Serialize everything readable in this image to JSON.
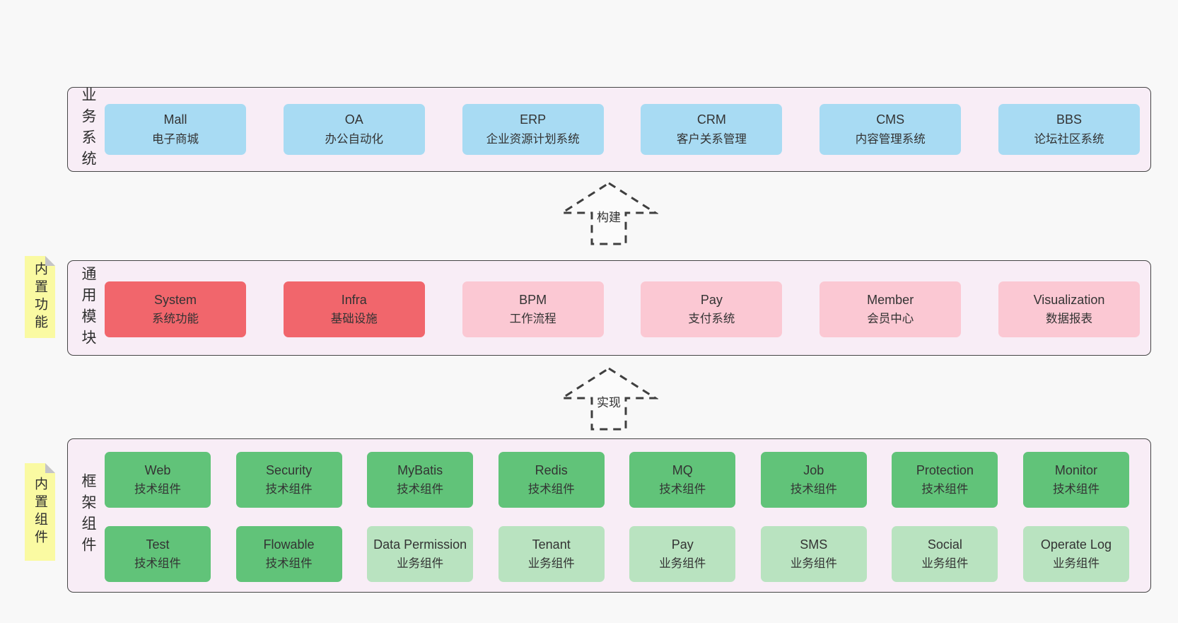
{
  "colors": {
    "page_bg": "#f8f8f8",
    "container_bg": "#f8edf6",
    "container_border": "#454545",
    "blue_box": "#a8dbf3",
    "red_box": "#f1666c",
    "pink_box": "#fbc8d3",
    "green_box": "#61c379",
    "light_green_box": "#b9e3c0",
    "sticky_note": "#fafaa2",
    "note_fold": "#c4c4c8",
    "text": "#333333"
  },
  "arrows": [
    {
      "label": "构建"
    },
    {
      "label": "实现"
    }
  ],
  "layers": [
    {
      "id": "business",
      "label": "业务系统",
      "boxes": [
        {
          "name": "Mall",
          "desc": "电子商城",
          "variant": "blue"
        },
        {
          "name": "OA",
          "desc": "办公自动化",
          "variant": "blue"
        },
        {
          "name": "ERP",
          "desc": "企业资源计划系统",
          "variant": "blue"
        },
        {
          "name": "CRM",
          "desc": "客户关系管理",
          "variant": "blue"
        },
        {
          "name": "CMS",
          "desc": "内容管理系统",
          "variant": "blue"
        },
        {
          "name": "BBS",
          "desc": "论坛社区系统",
          "variant": "blue"
        }
      ]
    },
    {
      "id": "modules",
      "label": "通用模块",
      "note": "内置功能",
      "boxes": [
        {
          "name": "System",
          "desc": "系统功能",
          "variant": "red"
        },
        {
          "name": "Infra",
          "desc": "基础设施",
          "variant": "red"
        },
        {
          "name": "BPM",
          "desc": "工作流程",
          "variant": "pink"
        },
        {
          "name": "Pay",
          "desc": "支付系统",
          "variant": "pink"
        },
        {
          "name": "Member",
          "desc": "会员中心",
          "variant": "pink"
        },
        {
          "name": "Visualization",
          "desc": "数据报表",
          "variant": "pink"
        }
      ]
    },
    {
      "id": "components",
      "label": "框架组件",
      "note": "内置组件",
      "rows": [
        [
          {
            "name": "Web",
            "desc": "技术组件",
            "variant": "green"
          },
          {
            "name": "Security",
            "desc": "技术组件",
            "variant": "green"
          },
          {
            "name": "MyBatis",
            "desc": "技术组件",
            "variant": "green"
          },
          {
            "name": "Redis",
            "desc": "技术组件",
            "variant": "green"
          },
          {
            "name": "MQ",
            "desc": "技术组件",
            "variant": "green"
          },
          {
            "name": "Job",
            "desc": "技术组件",
            "variant": "green"
          },
          {
            "name": "Protection",
            "desc": "技术组件",
            "variant": "green"
          },
          {
            "name": "Monitor",
            "desc": "技术组件",
            "variant": "green"
          }
        ],
        [
          {
            "name": "Test",
            "desc": "技术组件",
            "variant": "green"
          },
          {
            "name": "Flowable",
            "desc": "技术组件",
            "variant": "green"
          },
          {
            "name": "Data Permission",
            "desc": "业务组件",
            "variant": "lightgreen"
          },
          {
            "name": "Tenant",
            "desc": "业务组件",
            "variant": "lightgreen"
          },
          {
            "name": "Pay",
            "desc": "业务组件",
            "variant": "lightgreen"
          },
          {
            "name": "SMS",
            "desc": "业务组件",
            "variant": "lightgreen"
          },
          {
            "name": "Social",
            "desc": "业务组件",
            "variant": "lightgreen"
          },
          {
            "name": "Operate Log",
            "desc": "业务组件",
            "variant": "lightgreen"
          }
        ]
      ]
    }
  ]
}
